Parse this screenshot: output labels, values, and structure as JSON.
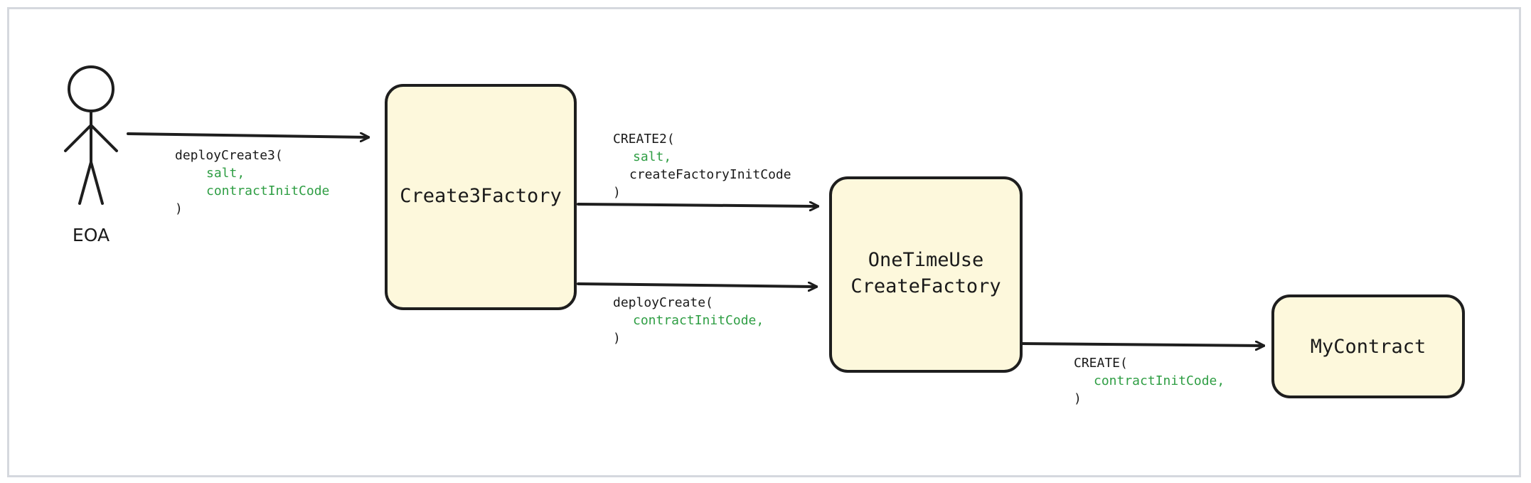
{
  "diagram": {
    "colors": {
      "box_fill": "#fdf8dc",
      "stroke": "#1e1e1e",
      "arg_green": "#2f9e44",
      "frame_border": "#d5d8de"
    },
    "actor": {
      "label": "EOA"
    },
    "nodes": {
      "create3factory": {
        "label": "Create3Factory"
      },
      "onetimeuse": {
        "line1": "OneTimeUse",
        "line2": "CreateFactory"
      },
      "mycontract": {
        "label": "MyContract"
      }
    },
    "edges": {
      "deploy_create3": {
        "open": "deployCreate3(",
        "args": [
          "salt,",
          "contractInitCode"
        ],
        "close": ")"
      },
      "create2": {
        "open": "CREATE2(",
        "args": [
          "salt,"
        ],
        "plain_arg": "createFactoryInitCode",
        "close": ")"
      },
      "deploy_create": {
        "open": "deployCreate(",
        "args": [
          "contractInitCode,"
        ],
        "close": ")"
      },
      "create": {
        "open": "CREATE(",
        "args": [
          "contractInitCode,"
        ],
        "close": ")"
      }
    }
  }
}
